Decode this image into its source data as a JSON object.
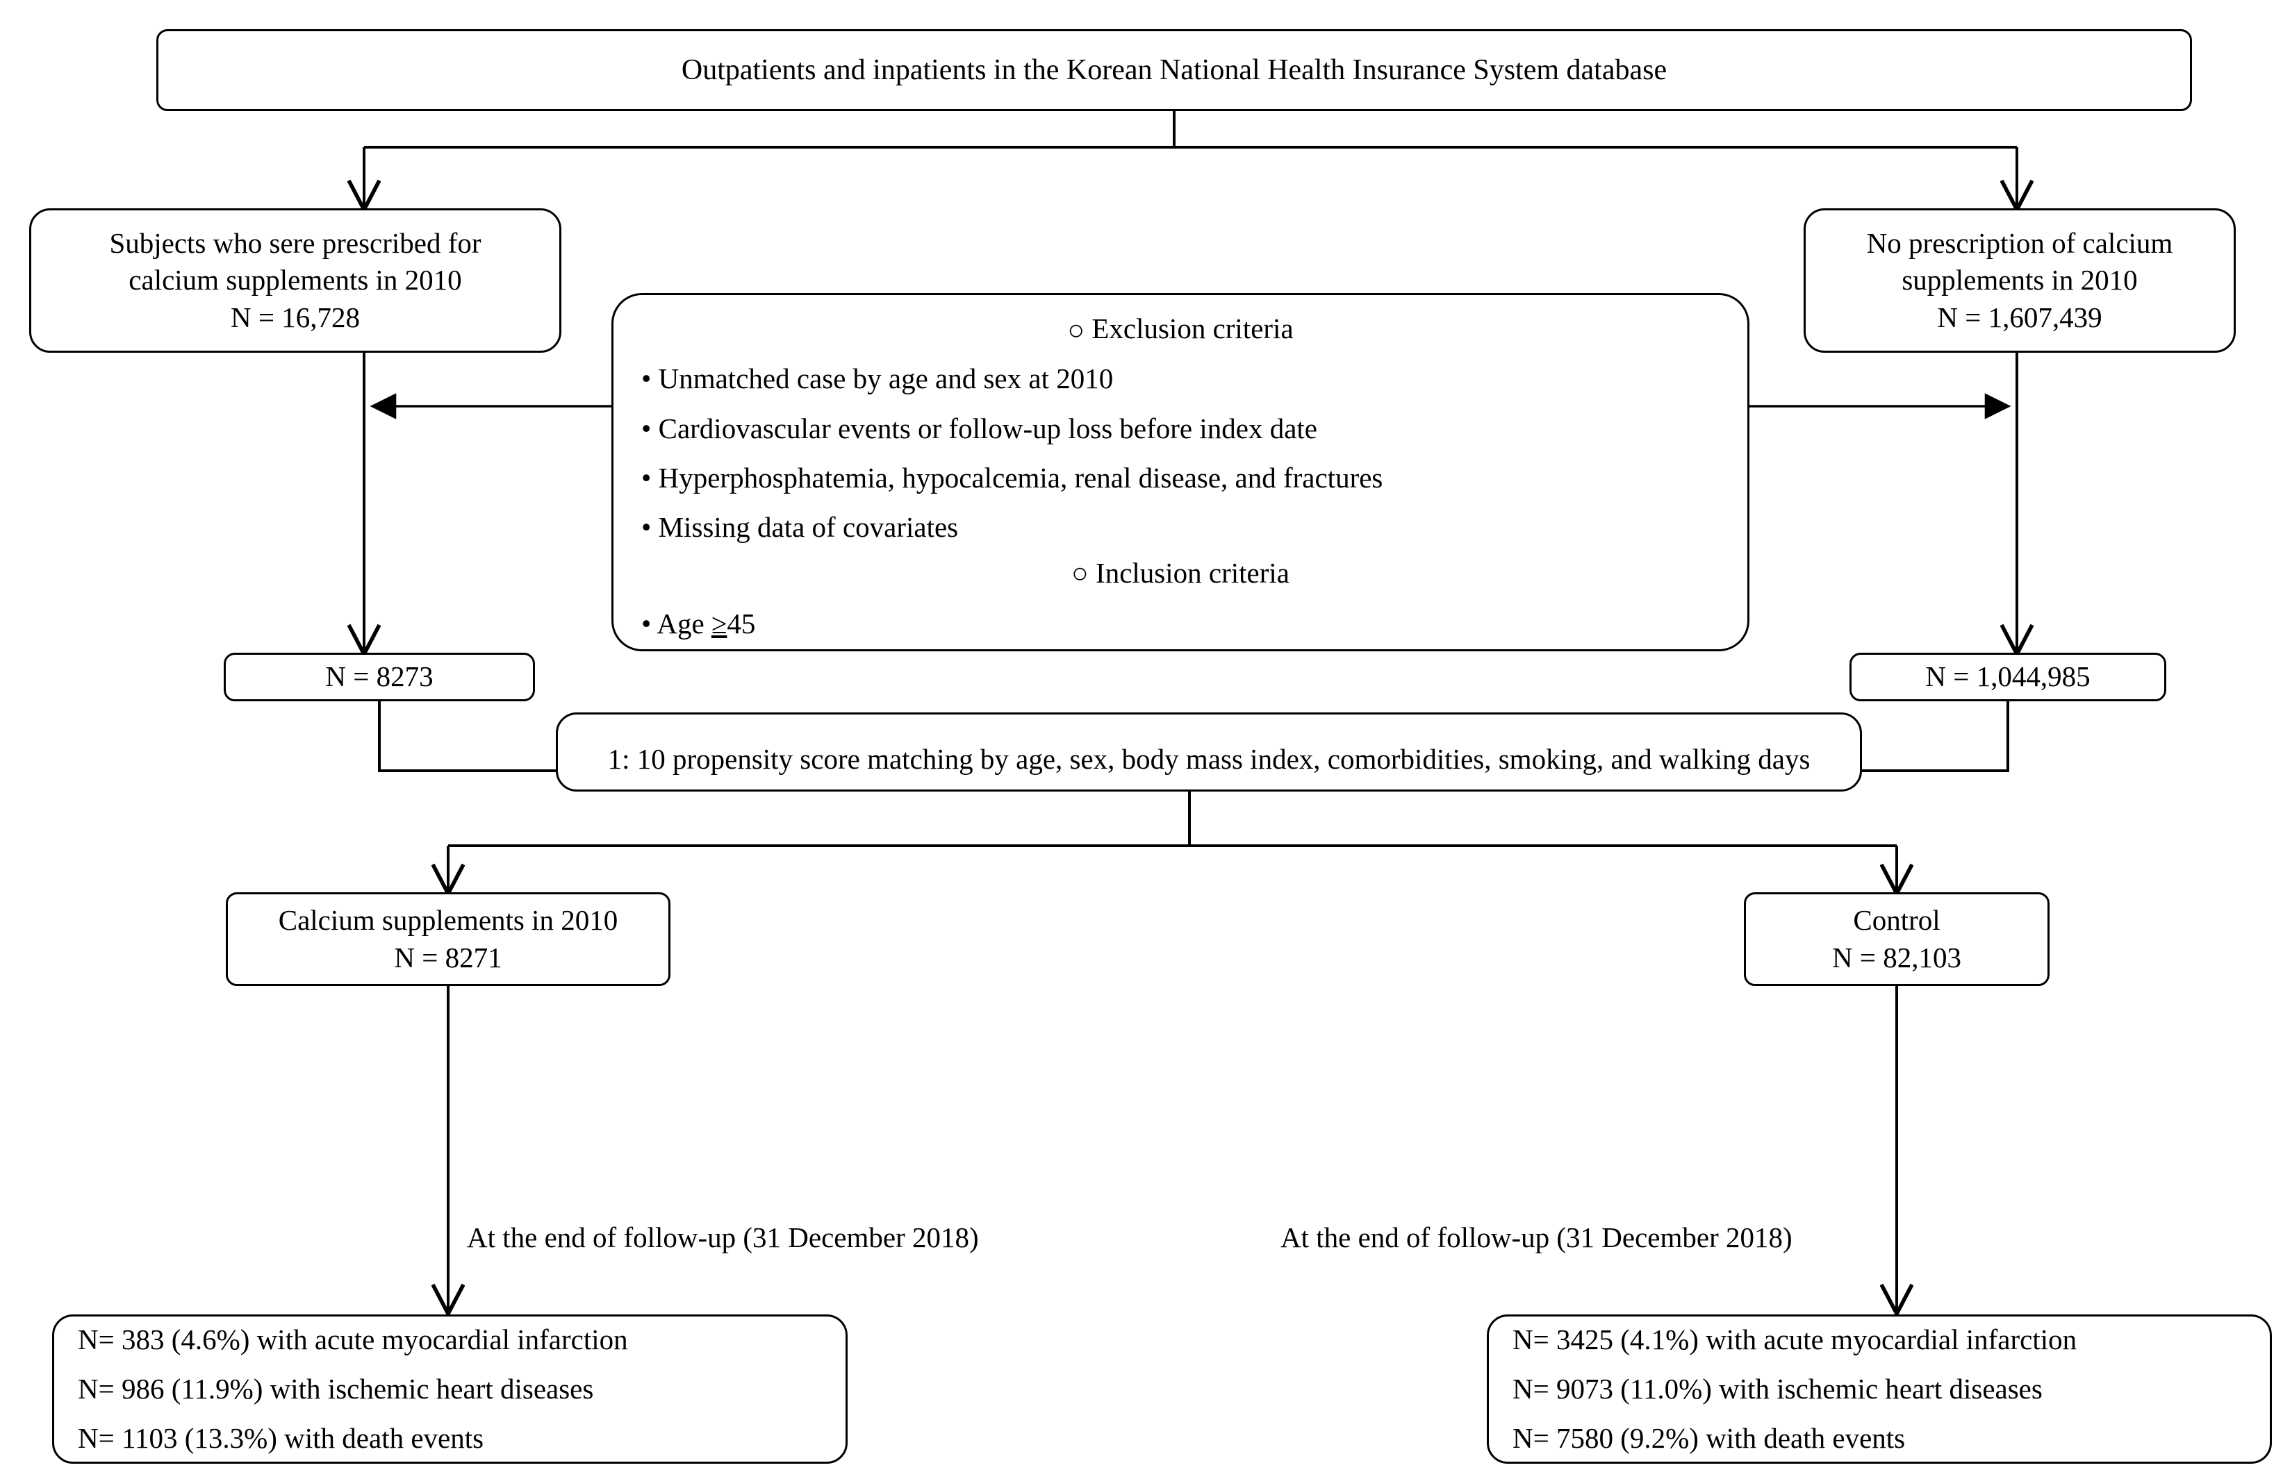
{
  "title": "Study flow diagram — calcium supplements cohort (Korean NHIS)",
  "source_box": {
    "label": "Outpatients and inpatients in the Korean National Health Insurance System database"
  },
  "exposed_box": {
    "line1": "Subjects who sere prescribed for",
    "line2": "calcium supplements in 2010",
    "line3": "N = 16,728"
  },
  "unexposed_box": {
    "line1": "No prescription of calcium",
    "line2": "supplements in 2010",
    "line3": "N = 1,607,439"
  },
  "criteria_box": {
    "exclusion_header": "Exclusion criteria",
    "exclusion_items": [
      "• Unmatched case by age and sex at 2010",
      "• Cardiovascular events or follow-up loss before index date",
      "• Hyperphosphatemia, hypocalcemia, renal disease, and fractures",
      "• Missing data of covariates"
    ],
    "inclusion_header": "Inclusion criteria",
    "inclusion_items": [
      "• Age ≥45"
    ],
    "bullet_marker": "circle-outline-icon"
  },
  "exposed_after_box": {
    "label": "N = 8273"
  },
  "unexposed_after_box": {
    "label": "N = 1,044,985"
  },
  "matching_box": {
    "label": "1: 10 propensity score matching by age, sex, body mass index, comorbidities, smoking, and walking days"
  },
  "treatment_group_box": {
    "line1": "Calcium supplements in 2010",
    "line2": "N = 8271"
  },
  "control_group_box": {
    "line1": "Control",
    "line2": "N = 82,103"
  },
  "followup_labels": {
    "left": "At the end of follow-up (31 December 2018)",
    "right": "At the end of follow-up (31 December 2018)"
  },
  "treatment_outcomes": {
    "lines": [
      "N= 383 (4.6%) with acute myocardial infarction",
      "N= 986 (11.9%) with ischemic heart diseases",
      "N= 1103 (13.3%) with death events"
    ]
  },
  "control_outcomes": {
    "lines": [
      "N= 3425 (4.1%) with acute myocardial infarction",
      "N= 9073 (11.0%) with ischemic heart diseases",
      "N= 7580 (9.2%) with death events"
    ]
  },
  "colors": {
    "stroke": "#000000",
    "background": "#ffffff",
    "text": "#000000"
  }
}
